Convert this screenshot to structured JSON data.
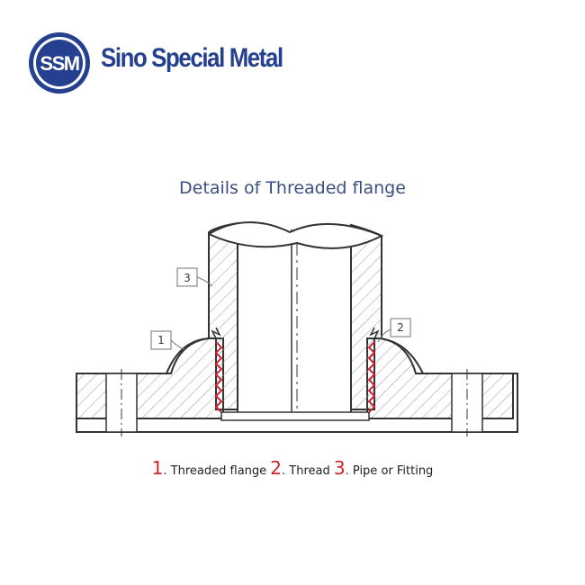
{
  "logo": {
    "badge_text": "SSM",
    "name": "Sino Special Metal",
    "color": "#25408f"
  },
  "diagram": {
    "title": "Details of Threaded flange",
    "callouts": [
      "1",
      "2",
      "3"
    ],
    "line_color": "#333333",
    "thread_color": "#d2232a"
  },
  "legend": [
    {
      "num": "1",
      "text": ". Threaded flange "
    },
    {
      "num": "2",
      "text": ". Thread "
    },
    {
      "num": "3",
      "text": ". Pipe or Fitting"
    }
  ]
}
